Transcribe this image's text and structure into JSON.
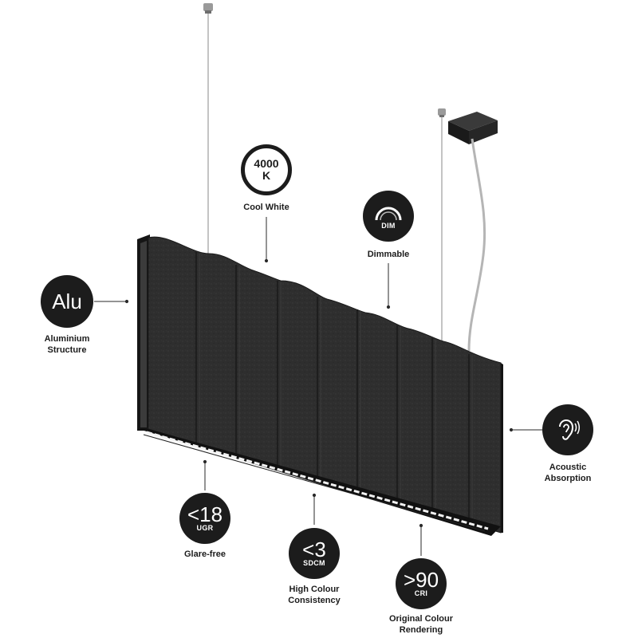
{
  "features": {
    "cool_white": {
      "badge_line1": "4000",
      "badge_line2": "K",
      "caption": "Cool White"
    },
    "dimmable": {
      "badge_text": "DIM",
      "caption": "Dimmable"
    },
    "aluminium": {
      "badge_text": "Alu",
      "caption_line1": "Aluminium",
      "caption_line2": "Structure"
    },
    "acoustic": {
      "icon": "ear-sound-icon",
      "caption_line1": "Acoustic",
      "caption_line2": "Absorption"
    },
    "glare_free": {
      "badge_value": "<18",
      "badge_unit": "UGR",
      "caption": "Glare-free"
    },
    "colour_consistency": {
      "badge_value": "<3",
      "badge_unit": "SDCM",
      "caption_line1": "High Colour",
      "caption_line2": "Consistency"
    },
    "colour_rendering": {
      "badge_value": ">90",
      "badge_unit": "CRI",
      "caption_line1": "Original Colour",
      "caption_line2": "Rendering"
    }
  },
  "colors": {
    "badge": "#1c1c1c",
    "felt": "#2c2c2c",
    "background": "#ffffff"
  }
}
